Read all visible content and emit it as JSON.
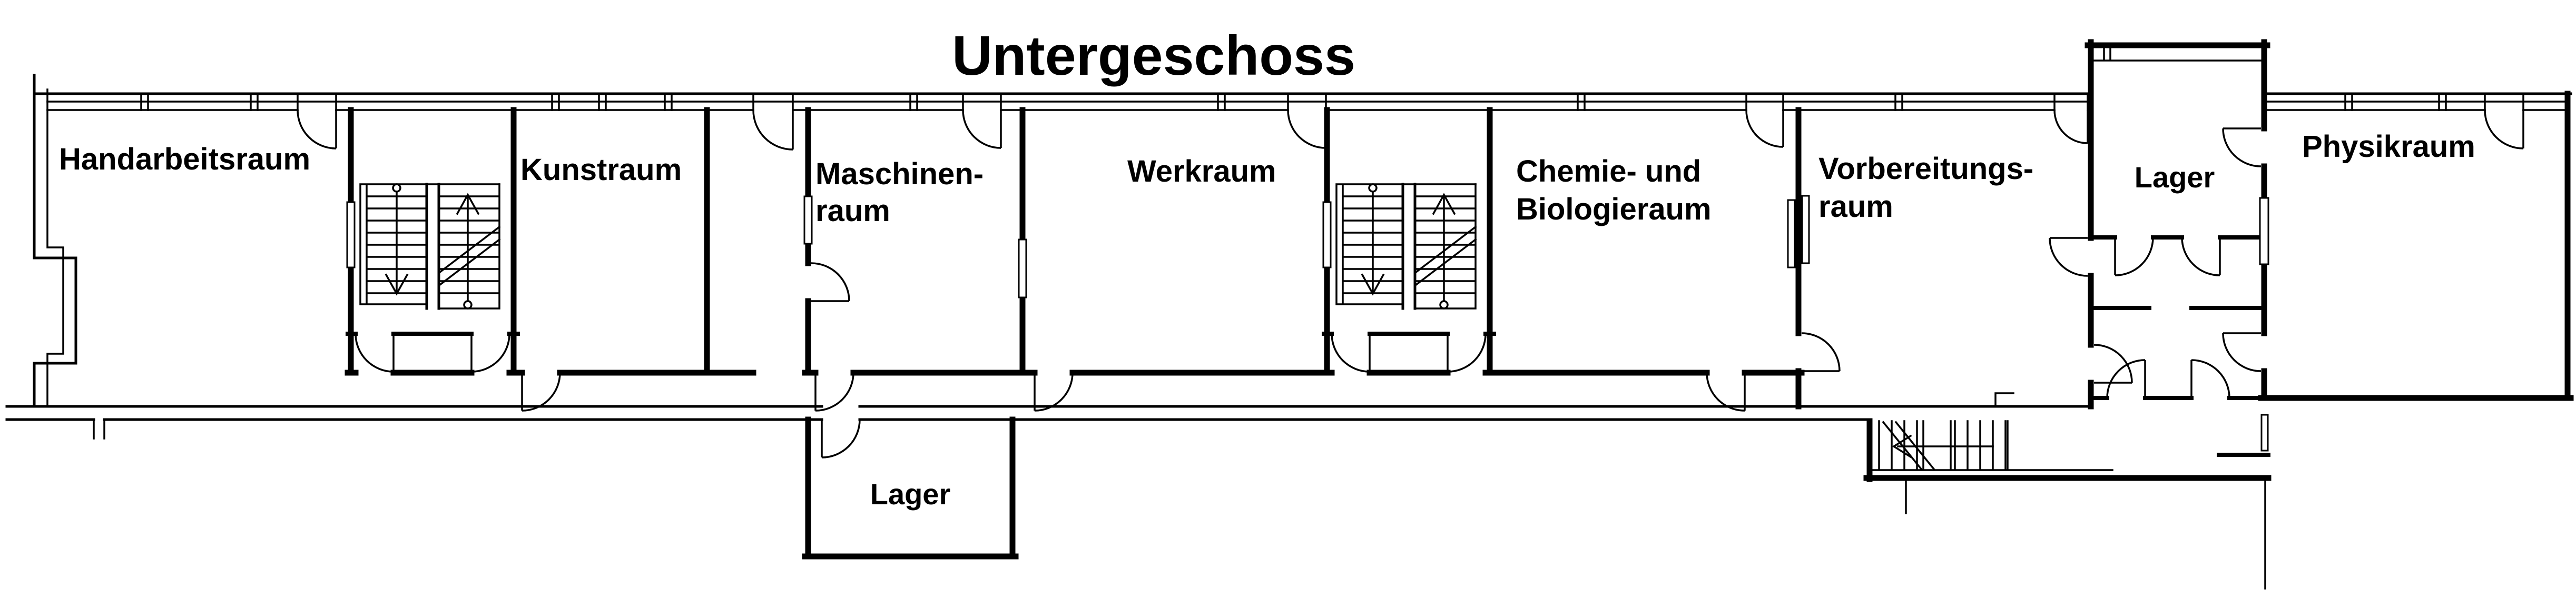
{
  "title": "Untergeschoss",
  "colors": {
    "line": "#000000",
    "background": "#ffffff"
  },
  "floor_plan": {
    "room_labels": {
      "handarbeitsraum": "Handarbeitsraum",
      "kunstraum": "Kunstraum",
      "maschinenraum_line1": "Maschinen-",
      "maschinenraum_line2": "raum",
      "werkraum": "Werkraum",
      "chemie_line1": "Chemie- und",
      "chemie_line2": "Biologieraum",
      "vorbereitung_line1": "Vorbereitungs-",
      "vorbereitung_line2": "raum",
      "lager_mitte": "Lager",
      "physikraum": "Physikraum",
      "lager_unten": "Lager"
    }
  }
}
